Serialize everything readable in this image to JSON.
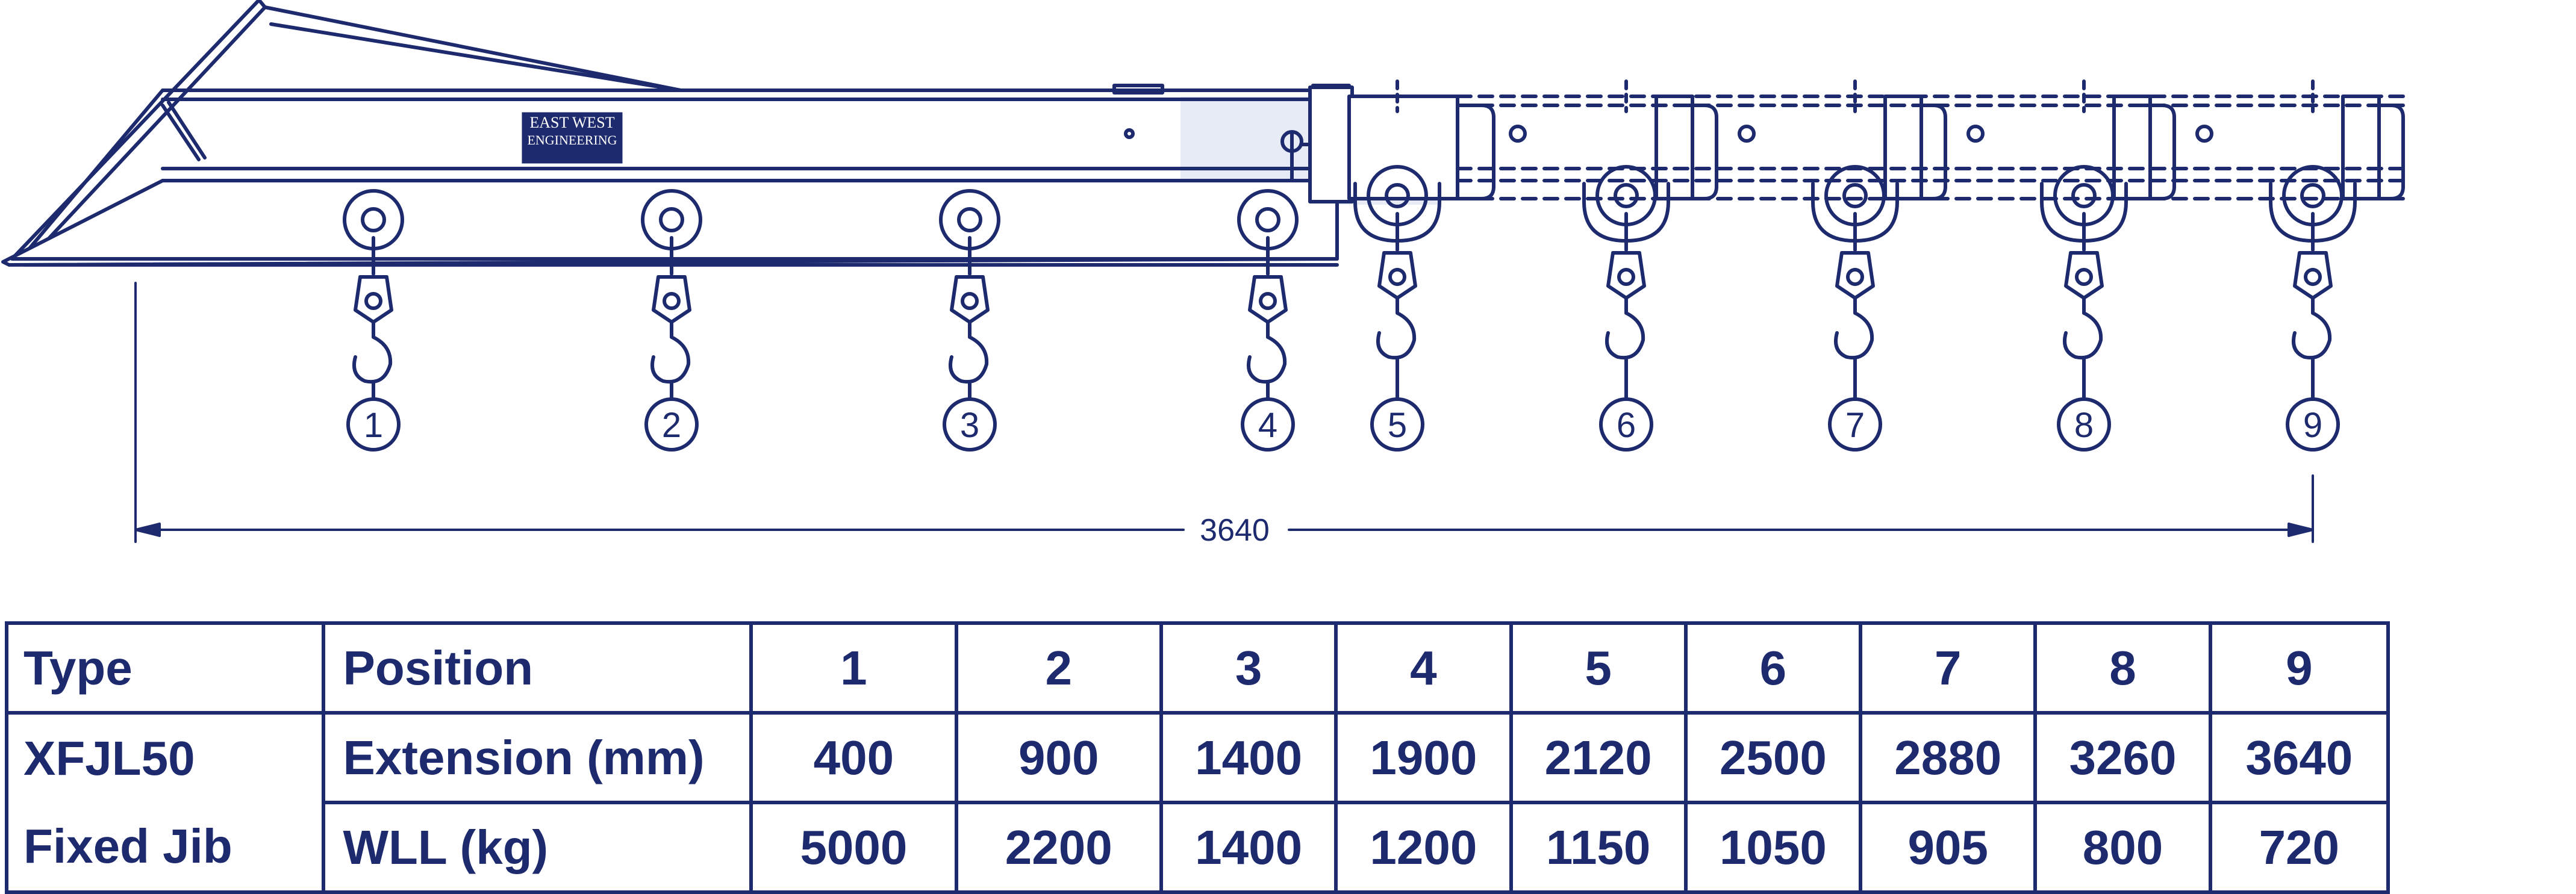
{
  "colors": {
    "ink": "#1d2a6e",
    "badge_bg": "#1d2a6e",
    "badge_text": "#ffffff",
    "ghost": "#e6ebf5"
  },
  "badge": {
    "line1": "EAST WEST",
    "line2": "ENGINEERING"
  },
  "dimension": {
    "overall": "3640"
  },
  "positions": [
    "1",
    "2",
    "3",
    "4",
    "5",
    "6",
    "7",
    "8",
    "9"
  ],
  "table": {
    "type_header": "Type",
    "position_header": "Position",
    "model": "XFJL50",
    "description": "Fixed Jib",
    "extension_label": "Extension (mm)",
    "wll_label": "WLL (kg)",
    "extension": [
      "400",
      "900",
      "1400",
      "1900",
      "2120",
      "2500",
      "2880",
      "3260",
      "3640"
    ],
    "wll": [
      "5000",
      "2200",
      "1400",
      "1200",
      "1150",
      "1050",
      "905",
      "800",
      "720"
    ]
  }
}
